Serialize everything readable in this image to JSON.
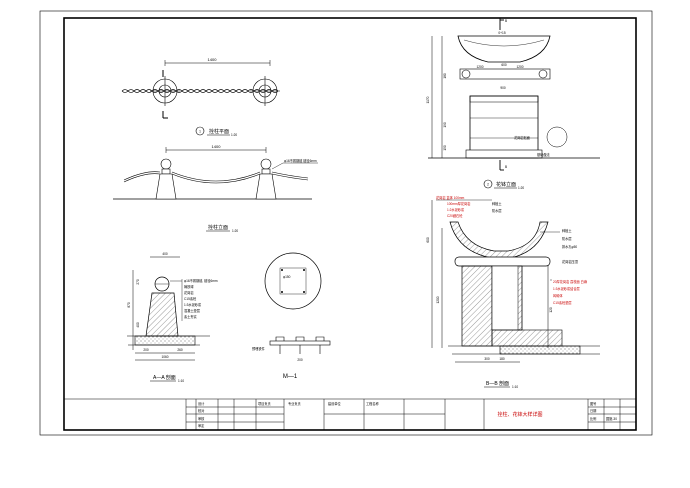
{
  "plan_view": {
    "number": "1",
    "title": "拴柱平面",
    "scale": "1:20",
    "dim_top": "1400"
  },
  "elevation_view": {
    "title": "拴柱立面",
    "scale": "1:20",
    "dim_top": "1400",
    "callout": "φ16不锈钢链 链径6mm"
  },
  "section_aa": {
    "title": "A—A 剖面",
    "scale": "1:10",
    "dims": {
      "top": "400",
      "overall_h": "870",
      "h1": "270",
      "h2": "400",
      "base_1": "200",
      "base_2": "260",
      "base_total": "1060"
    },
    "notes": [
      "φ16不锈钢链, 链径6mm",
      "铸铁球",
      "花岗岩",
      "C15素砼",
      "1:3水泥砂浆",
      "混凝土垫层",
      "素土夯实"
    ]
  },
  "plate_m1": {
    "title": "M—1",
    "circle_dim": "φ150",
    "elev_note": "预埋铁件",
    "dim_bottom": "200"
  },
  "elevation_b": {
    "number": "2",
    "title": "花钵立面",
    "scale": "1:20",
    "marker_top": "B",
    "marker_bottom": "B",
    "dims": {
      "top": "0+15",
      "top_w": "600",
      "mid_a": "1200",
      "mid_b": "1200",
      "mid_c": "900",
      "overall_h": "1170",
      "base_a": "180",
      "base_b": "190",
      "base_c": "150"
    },
    "notes": [
      "花岗岩贴面",
      "基础做法"
    ]
  },
  "section_bb": {
    "title": "B—B 剖面",
    "scale": "1:10",
    "dims": {
      "h1": "600",
      "h2": "1200",
      "h3": "120",
      "h4": "180",
      "w": "300"
    },
    "notes_left": [
      "花岗岩 盆体 100mm",
      "100mm厚花岗岩",
      "1:2水泥砂浆",
      "C20细石砼",
      "种植土",
      "防水层"
    ],
    "notes_right": [
      "种植土",
      "防水层",
      "排水孔φ50",
      "花岗岩压顶",
      "20厚花岗岩 荔枝面 白麻",
      "1:3水泥砂浆结合层",
      "砖砌体",
      "C15素砼垫层"
    ]
  },
  "title_block": {
    "cells": [
      "设计",
      "校对",
      "审核",
      "审定",
      "项目负责",
      "专业负责",
      "建设单位",
      "工程名称",
      "图号",
      "日期",
      "比例"
    ],
    "drawing_title": "拴柱、花钵大样详图",
    "sheet_no": "园施-30"
  }
}
